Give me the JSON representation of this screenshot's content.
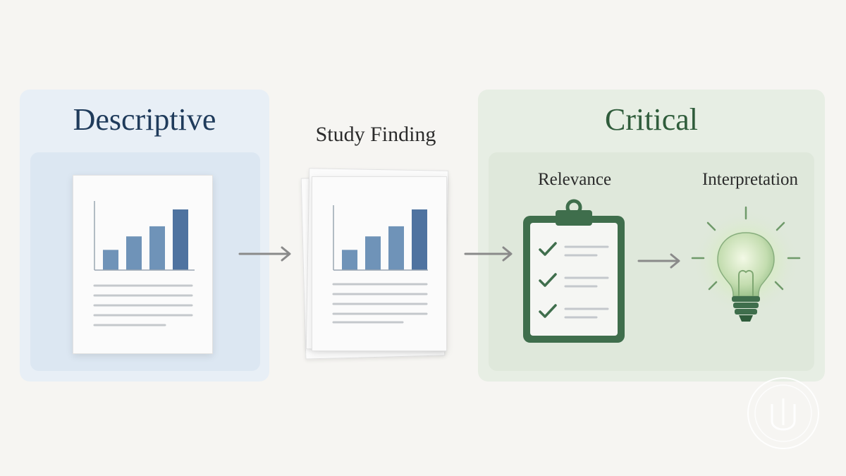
{
  "descriptive": {
    "title": "Descriptive"
  },
  "study": {
    "title": "Study Finding"
  },
  "critical": {
    "title": "Critical",
    "steps": [
      {
        "label": "Relevance",
        "icon": "clipboard-checklist-icon"
      },
      {
        "label": "Interpretation",
        "icon": "lightbulb-icon"
      }
    ]
  },
  "document_icon": "bar-chart-document-icon",
  "bar_chart_values": [
    3,
    5,
    6.5,
    9
  ],
  "checklist_items": 3,
  "colors": {
    "descriptive_accent": "#1f3b5b",
    "critical_accent": "#2f5c3b",
    "bar_fill": "#6f93b8",
    "bar_fill_dark": "#4f73a0",
    "arrow": "#8a8a8a"
  }
}
